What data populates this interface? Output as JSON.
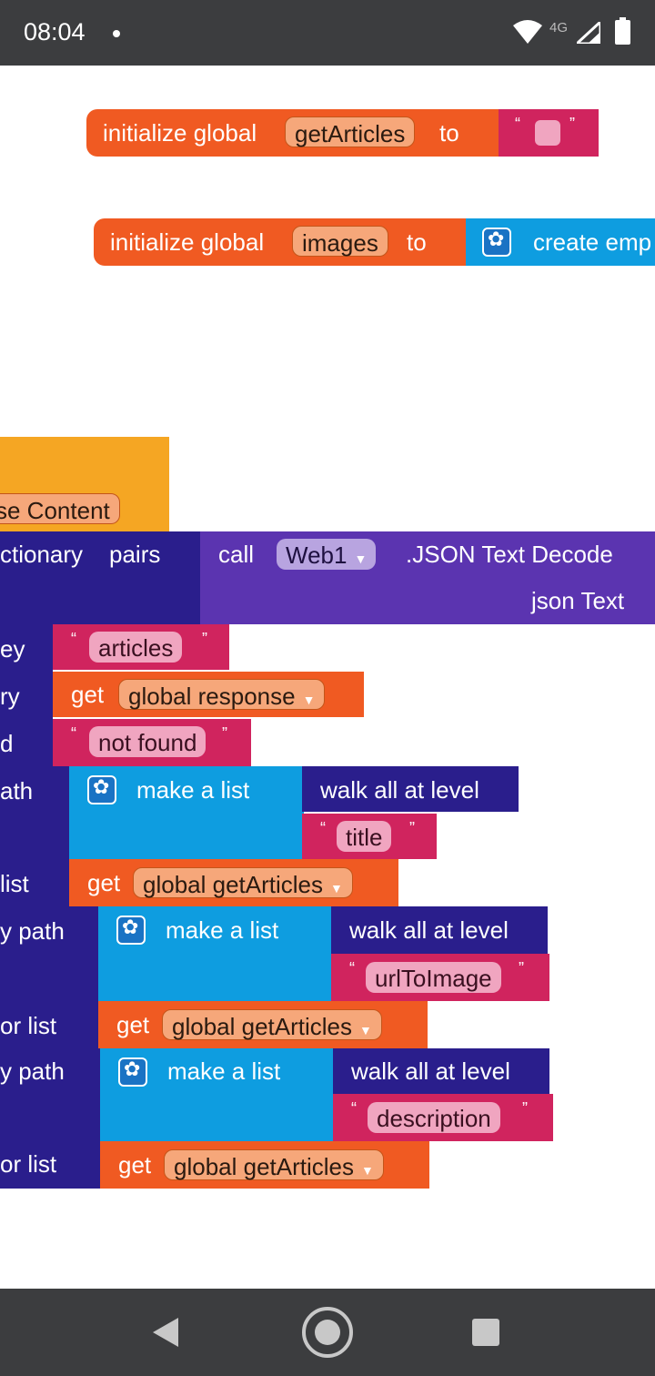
{
  "status_bar": {
    "time": "08:04",
    "network": "4G"
  },
  "blocks": {
    "init1": {
      "label": "initialize global",
      "var": "getArticles",
      "to": "to"
    },
    "init2": {
      "label": "initialize global",
      "var": "images",
      "to": "to",
      "create": "create emp"
    },
    "event_param": "se Content",
    "dict_row": {
      "left": "ctionary",
      "pairs": "pairs",
      "call": "call",
      "component": "Web1",
      "method": ".JSON Text Decode",
      "arg": "json Text"
    },
    "lookup": {
      "key_label": "ey",
      "key_value": "articles",
      "dict_label": "ry",
      "get": "get",
      "dict_value": "global response",
      "notfound_label": "d",
      "notfound_value": "not found"
    },
    "walk1": {
      "path_label": "ath",
      "make": "make a list",
      "walk": "walk all at level",
      "text": "title",
      "list_label": "list",
      "get": "get",
      "list_value": "global getArticles"
    },
    "walk2": {
      "path_label": "y path",
      "make": "make a list",
      "walk": "walk all at level",
      "text": "urlToImage",
      "list_label": "or list",
      "get": "get",
      "list_value": "global getArticles"
    },
    "walk3": {
      "path_label": "y path",
      "make": "make a list",
      "walk": "walk all at level",
      "text": "description",
      "list_label": "or list",
      "get": "get",
      "list_value": "global getArticles"
    }
  },
  "colors": {
    "orange": "#f05a22",
    "pink": "#d0245e",
    "blue": "#0e9de0",
    "navy": "#2a1e8c",
    "purple": "#5b34b0",
    "yellow": "#f5a623"
  }
}
